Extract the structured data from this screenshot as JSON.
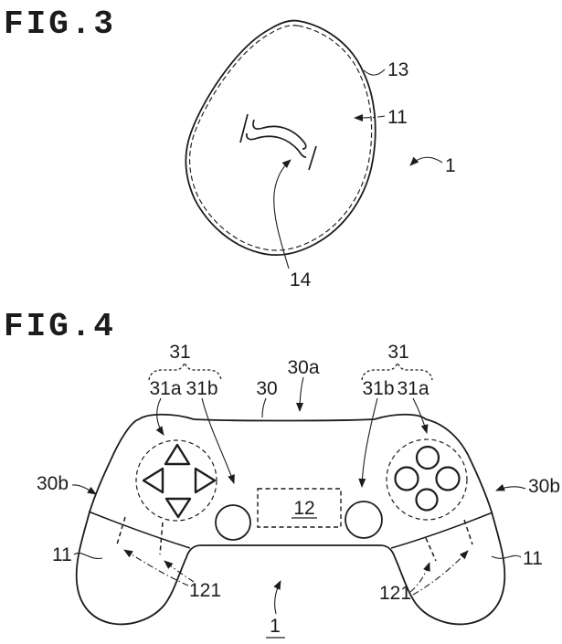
{
  "figure3": {
    "title": "FIG.3",
    "ref_cover_outer": "13",
    "ref_cover_body": "11",
    "ref_device": "1",
    "ref_slit": "14"
  },
  "figure4": {
    "title": "FIG.4",
    "ref_group_left": "31",
    "ref_group_right": "31",
    "ref_dpad": "31a",
    "ref_stick_left": "31b",
    "ref_stick_right": "31b",
    "ref_buttons": "31a",
    "ref_top_case": "30",
    "ref_top_edge": "30a",
    "ref_side_left": "30b",
    "ref_side_right": "30b",
    "ref_grip_left": "11",
    "ref_grip_right": "11",
    "ref_panel": "12",
    "ref_sensor_left": "121",
    "ref_sensor_right": "121",
    "ref_device": "1"
  }
}
